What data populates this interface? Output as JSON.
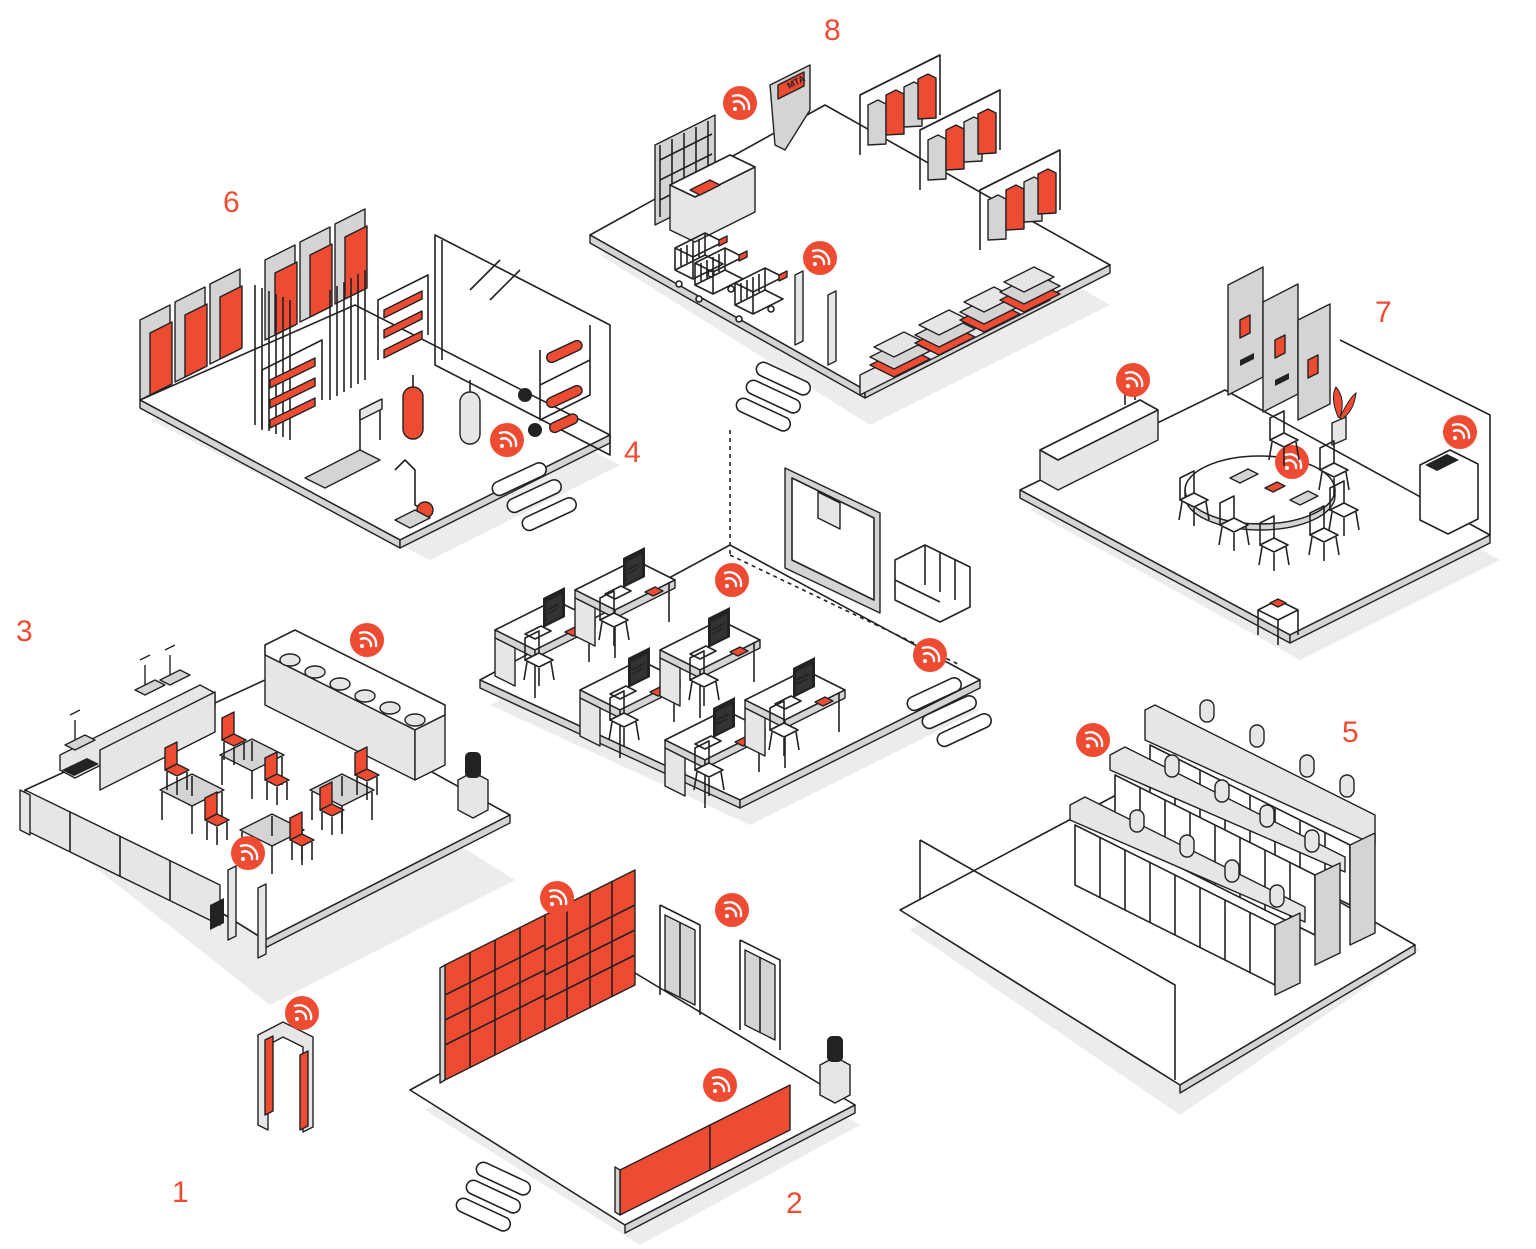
{
  "labels": [
    {
      "id": "1",
      "text": "1"
    },
    {
      "id": "2",
      "text": "2"
    },
    {
      "id": "3",
      "text": "3"
    },
    {
      "id": "4",
      "text": "4"
    },
    {
      "id": "5",
      "text": "5"
    },
    {
      "id": "6",
      "text": "6"
    },
    {
      "id": "7",
      "text": "7"
    },
    {
      "id": "8",
      "text": "8"
    }
  ],
  "atm_sign": "MTA",
  "colors": {
    "accent": "#ee4b33",
    "outline": "#222222",
    "panel": "#d4d4d4",
    "shadow": "#ececec"
  },
  "icons": [
    "wifi-icon"
  ]
}
